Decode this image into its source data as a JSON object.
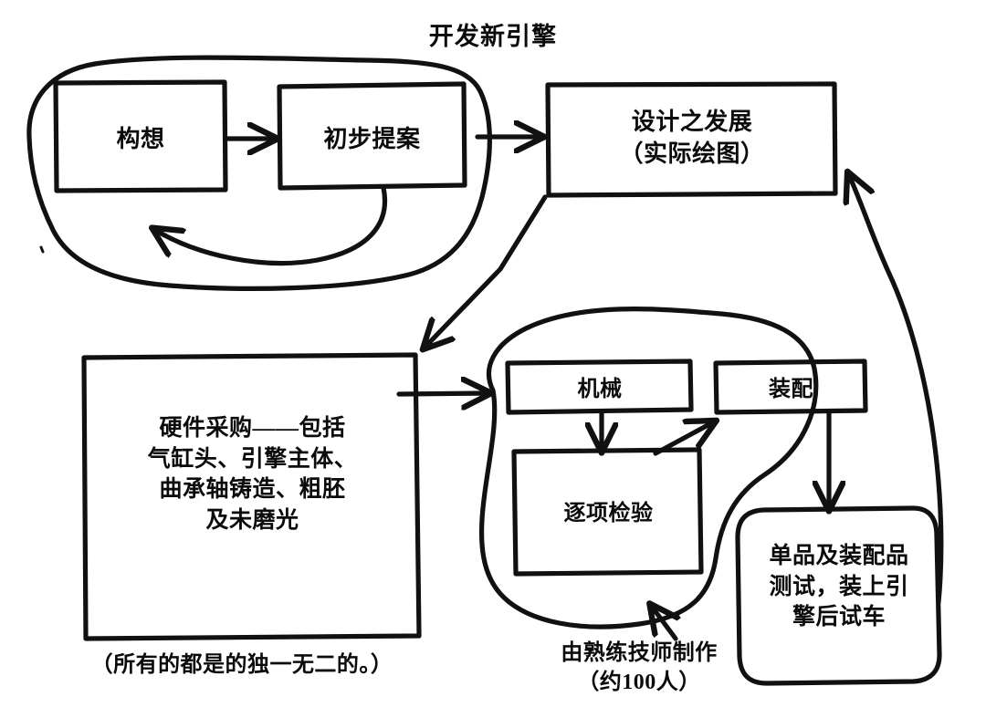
{
  "diagram": {
    "title": "开发新引擎",
    "ink_color": "#111111",
    "background_color": "#ffffff"
  },
  "nodes": {
    "concept": {
      "label": "构想"
    },
    "preliminary_proposal": {
      "label": "初步提案"
    },
    "design_development": {
      "label": "设计之发展\n（实际绘图）"
    },
    "hardware_procurement": {
      "label": "硬件采购——包括\n气缸头、引擎主体、\n曲承轴铸造、粗胚\n及未磨光"
    },
    "machining": {
      "label": "机械"
    },
    "assembly": {
      "label": "装配"
    },
    "item_inspection": {
      "label": "逐项检验"
    },
    "testing": {
      "label": "单品及装配品\n测试，装上引\n擎后试车"
    }
  },
  "captions": {
    "uniqueness_note": "（所有的都是的独一无二的。）",
    "craftsmen_note": "由熟练技师制作\n（约100人）"
  }
}
